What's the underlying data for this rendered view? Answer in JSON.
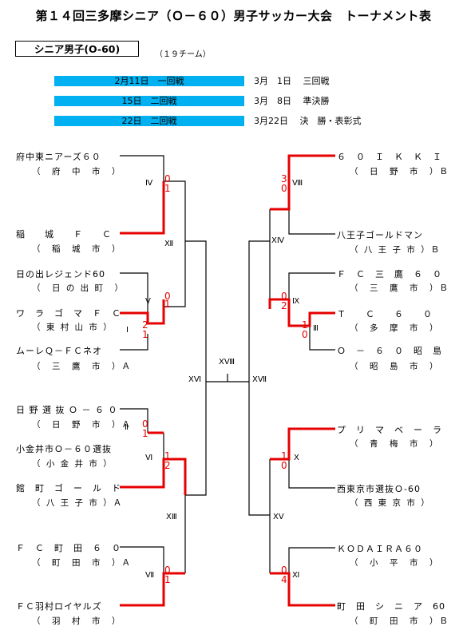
{
  "title": "第１４回三多摩シニア（Ｏ－６０）男子サッカー大会　トーナメント表",
  "category": {
    "label": "シニア男子(O-60)",
    "count": "（１９チーム）"
  },
  "schedule": [
    {
      "left": "2月11日　一回戦",
      "right": "3月　1日　 三回戦"
    },
    {
      "left": "15日　二回戦",
      "right": "3月　8日　 準決勝"
    },
    {
      "left": "22日　二回戦",
      "right": "3月22日　 決　勝・表彰式"
    }
  ],
  "teams_left": [
    {
      "name": "府中東ニアーズ６０",
      "city": "（　府　中　市　）"
    },
    {
      "name": "稲　　城　　Ｆ　　Ｃ",
      "city": "（　稲　城　市　）"
    },
    {
      "name": "日の出レジェンド60",
      "city": "（　日 の 出 町　）"
    },
    {
      "name": "ワ　ラ　ゴ　マ　Ｆ　Ｃ",
      "city": "（ 東 村 山 市 ）"
    },
    {
      "name": "ムーレＱ－ＦＣネオ",
      "city": "（　三　鷹　市　）Ａ"
    },
    {
      "name": "日 野 選 抜 Ｏ －  ６ ０",
      "city": "（　日　野　市　）Ａ"
    },
    {
      "name": "小金井市Ｏ－６０選抜",
      "city": "（ 小 金 井 市 ）"
    },
    {
      "name": "館　町　ゴ　ー　ル　ド",
      "city": "（ 八 王 子 市 ）Ａ"
    },
    {
      "name": "Ｆ　Ｃ　町　田　６　０",
      "city": "（　町　田　市　）Ａ"
    },
    {
      "name": "ＦＣ羽村ロイヤルズ",
      "city": "（　羽　村　市　）"
    }
  ],
  "teams_right": [
    {
      "name": "６　０　Ｉ　Ｋ　Ｋ　Ｉ",
      "city": "（　日　野　市　）Ｂ"
    },
    {
      "name": "八王子ゴールドマン",
      "city": "（ 八 王 子 市 ）Ｂ"
    },
    {
      "name": "Ｆ　Ｃ　三　鷹　６　０",
      "city": "（　三　鷹　市　）Ｂ"
    },
    {
      "name": "Ｔ　　Ｃ　　６　　０",
      "city": "（　多　摩　市　）"
    },
    {
      "name": "Ｏ　－　６　０　昭　島",
      "city": "（　昭　島　市　）"
    },
    {
      "name": "プ　リ　マ　ベ　ー　ラ",
      "city": "（　青　梅　市　）"
    },
    {
      "name": "西東京市選抜Ｏ-60",
      "city": "（ 西 東 京 市 ）"
    },
    {
      "name": "ＫＯＤＡＩＲＡ６０",
      "city": "（　小　平　市　）"
    },
    {
      "name": "町　田　シ　ニ　ア　60",
      "city": "（　町　田　市　）Ｂ"
    }
  ],
  "rounds": [
    "Ⅳ",
    "Ⅻ",
    "Ⅴ",
    "Ⅰ",
    "ⅩⅥ",
    "Ⅱ",
    "Ⅵ",
    "ⅩⅢ",
    "Ⅶ",
    "ⅩⅧ",
    "ⅩⅦ",
    "Ⅷ",
    "ⅩⅣ",
    "Ⅸ",
    "Ⅲ",
    "Ⅹ",
    "ⅩⅤ",
    "Ⅺ"
  ],
  "scores": [
    "0",
    "1",
    "0",
    "1",
    "2",
    "1",
    "0",
    "1",
    "1",
    "2",
    "0",
    "1",
    "3",
    "0",
    "0",
    "2",
    "1",
    "0",
    "1",
    "0",
    "0",
    "4"
  ],
  "colors": {
    "winner_line": "#e60000",
    "line": "#000000",
    "schedule_bar": "#00b0f0"
  }
}
